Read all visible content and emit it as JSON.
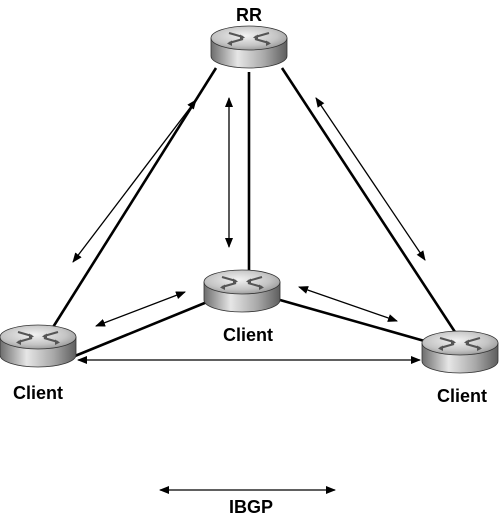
{
  "routers": [
    {
      "id": "rr",
      "label": "RR",
      "icon": "router-icon"
    },
    {
      "id": "center",
      "label": "Client",
      "icon": "router-icon"
    },
    {
      "id": "left",
      "label": "Client",
      "icon": "router-icon"
    },
    {
      "id": "right",
      "label": "Client",
      "icon": "router-icon"
    }
  ],
  "legend": {
    "label": "IBGP",
    "icon": "double-arrow-icon"
  },
  "colors": {
    "line": "#000000",
    "router_body": "#9e9e9e",
    "router_top": "#d8d8d8",
    "background": "#ffffff"
  }
}
